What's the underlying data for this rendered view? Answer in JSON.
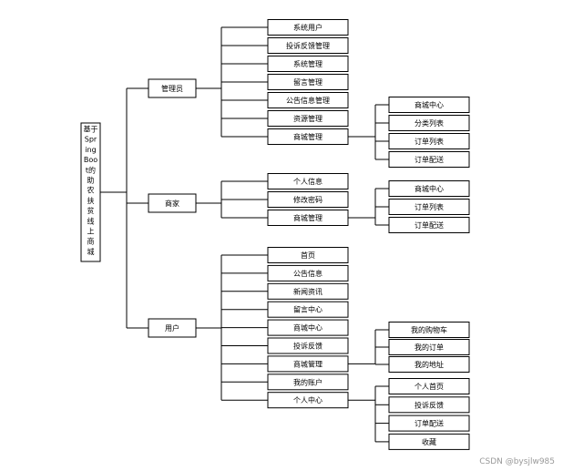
{
  "root": {
    "label_lines": [
      "基于",
      "Spr",
      "ing",
      "Boo",
      "t的",
      "助",
      "农",
      "扶",
      "贫",
      "线",
      "上",
      "商",
      "城"
    ]
  },
  "branches": [
    {
      "label": "管理员",
      "children": [
        {
          "label": "系统用户"
        },
        {
          "label": "投诉反馈管理"
        },
        {
          "label": "系统管理"
        },
        {
          "label": "留言管理"
        },
        {
          "label": "公告信息管理"
        },
        {
          "label": "资源管理"
        },
        {
          "label": "商城管理",
          "children": [
            "商城中心",
            "分类列表",
            "订单列表",
            "订单配送"
          ]
        }
      ]
    },
    {
      "label": "商家",
      "children": [
        {
          "label": "个人信息"
        },
        {
          "label": "修改密码"
        },
        {
          "label": "商城管理",
          "children": [
            "商城中心",
            "订单列表",
            "订单配送"
          ]
        }
      ]
    },
    {
      "label": "用户",
      "children": [
        {
          "label": "首页"
        },
        {
          "label": "公告信息"
        },
        {
          "label": "新闻资讯"
        },
        {
          "label": "留言中心"
        },
        {
          "label": "商城中心"
        },
        {
          "label": "投诉反馈"
        },
        {
          "label": "商城管理",
          "children": [
            "我的购物车",
            "我的订单",
            "我的地址"
          ]
        },
        {
          "label": "我的账户"
        },
        {
          "label": "个人中心",
          "children": [
            "个人首页",
            "投诉反馈",
            "订单配送",
            "收藏"
          ]
        }
      ]
    }
  ],
  "watermark": "CSDN @bysjlw985"
}
